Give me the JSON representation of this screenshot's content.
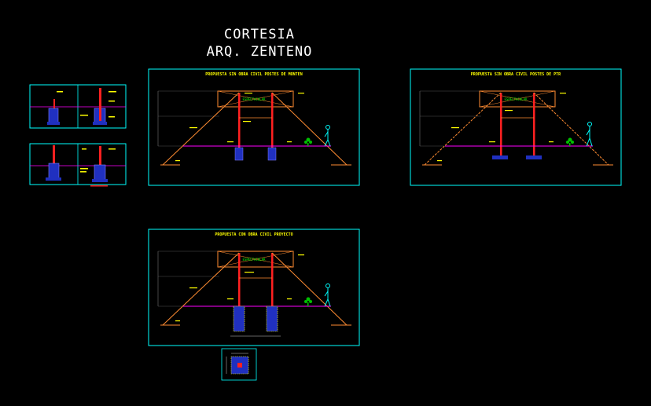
{
  "header": {
    "line1": "CORTESIA",
    "line2": "ARQ. ZENTENO"
  },
  "panels": {
    "p1": {
      "title": "PROPUESTA SIN OBRA CIVIL POSTES DE MONTEN",
      "sign": "ESPECTACULAR"
    },
    "p2": {
      "title": "PROPUESTA SIN OBRA CIVIL POSTES DE PTR",
      "sign": "ESPECTACULAR"
    },
    "p3": {
      "title": "PROPUESTA CON OBRA CIVIL PROYECTO",
      "sign": "ESPECTACULAR"
    }
  },
  "colors": {
    "background": "#000000",
    "frame": "#00ffff",
    "title": "#ffff00",
    "post": "#ff0000",
    "brace": "#ff8c32",
    "sign_frame": "#ff8c32",
    "ground": "#ff00ff",
    "footing": "#4040ff",
    "human": "#00ffff",
    "plant": "#00c000"
  },
  "icons": {
    "human": "human-figure-icon",
    "plant": "plant-icon"
  }
}
